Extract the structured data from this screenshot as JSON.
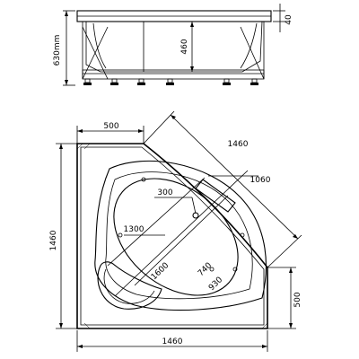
{
  "side_view": {
    "overall_height": "630mm",
    "inner_height": "460",
    "rim_height": "40"
  },
  "top_view": {
    "top_width": "500",
    "diagonal": "1460",
    "headrest": "1060",
    "drain": "300",
    "inner_width": "1300",
    "inner_length": "1600",
    "seat_width": "740",
    "seat_length": "930",
    "bottom_width": "1460",
    "left_height": "1460",
    "right_height": "500"
  }
}
